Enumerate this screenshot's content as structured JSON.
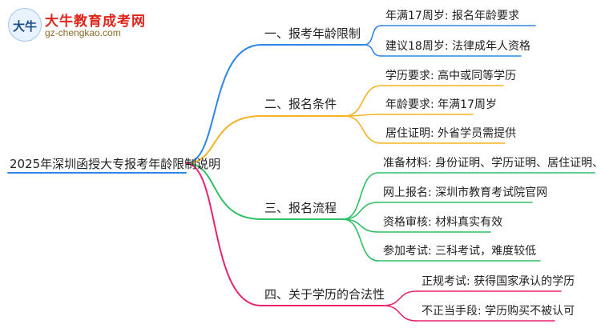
{
  "logo": {
    "mark": "大牛",
    "title": "大牛教育成考网",
    "url": "gz-chengkao.com"
  },
  "mindmap": {
    "root": "2025年深圳函授大专报考年龄限制说明",
    "branches": [
      {
        "label": "一、报考年龄限制",
        "color": "#2f86e8",
        "leaves": [
          "年满17周岁: 报名年龄要求",
          "建议18周岁: 法律成年人资格"
        ]
      },
      {
        "label": "二、报名条件",
        "color": "#f3b324",
        "leaves": [
          "学历要求: 高中或同等学历",
          "年龄要求: 年满17周岁",
          "居住证明: 外省学员需提供"
        ]
      },
      {
        "label": "三、报名流程",
        "color": "#2fbf64",
        "leaves": [
          "准备材料: 身份证明、学历证明、居住证明、照片",
          "网上报名: 深圳市教育考试院官网",
          "资格审核: 材料真实有效",
          "参加考试: 三科考试，难度较低"
        ]
      },
      {
        "label": "四、关于学历的合法性",
        "color": "#e8236f",
        "leaves": [
          "正规考试: 获得国家承认的学历",
          "不正当手段: 学历购买不被认可"
        ]
      }
    ]
  }
}
